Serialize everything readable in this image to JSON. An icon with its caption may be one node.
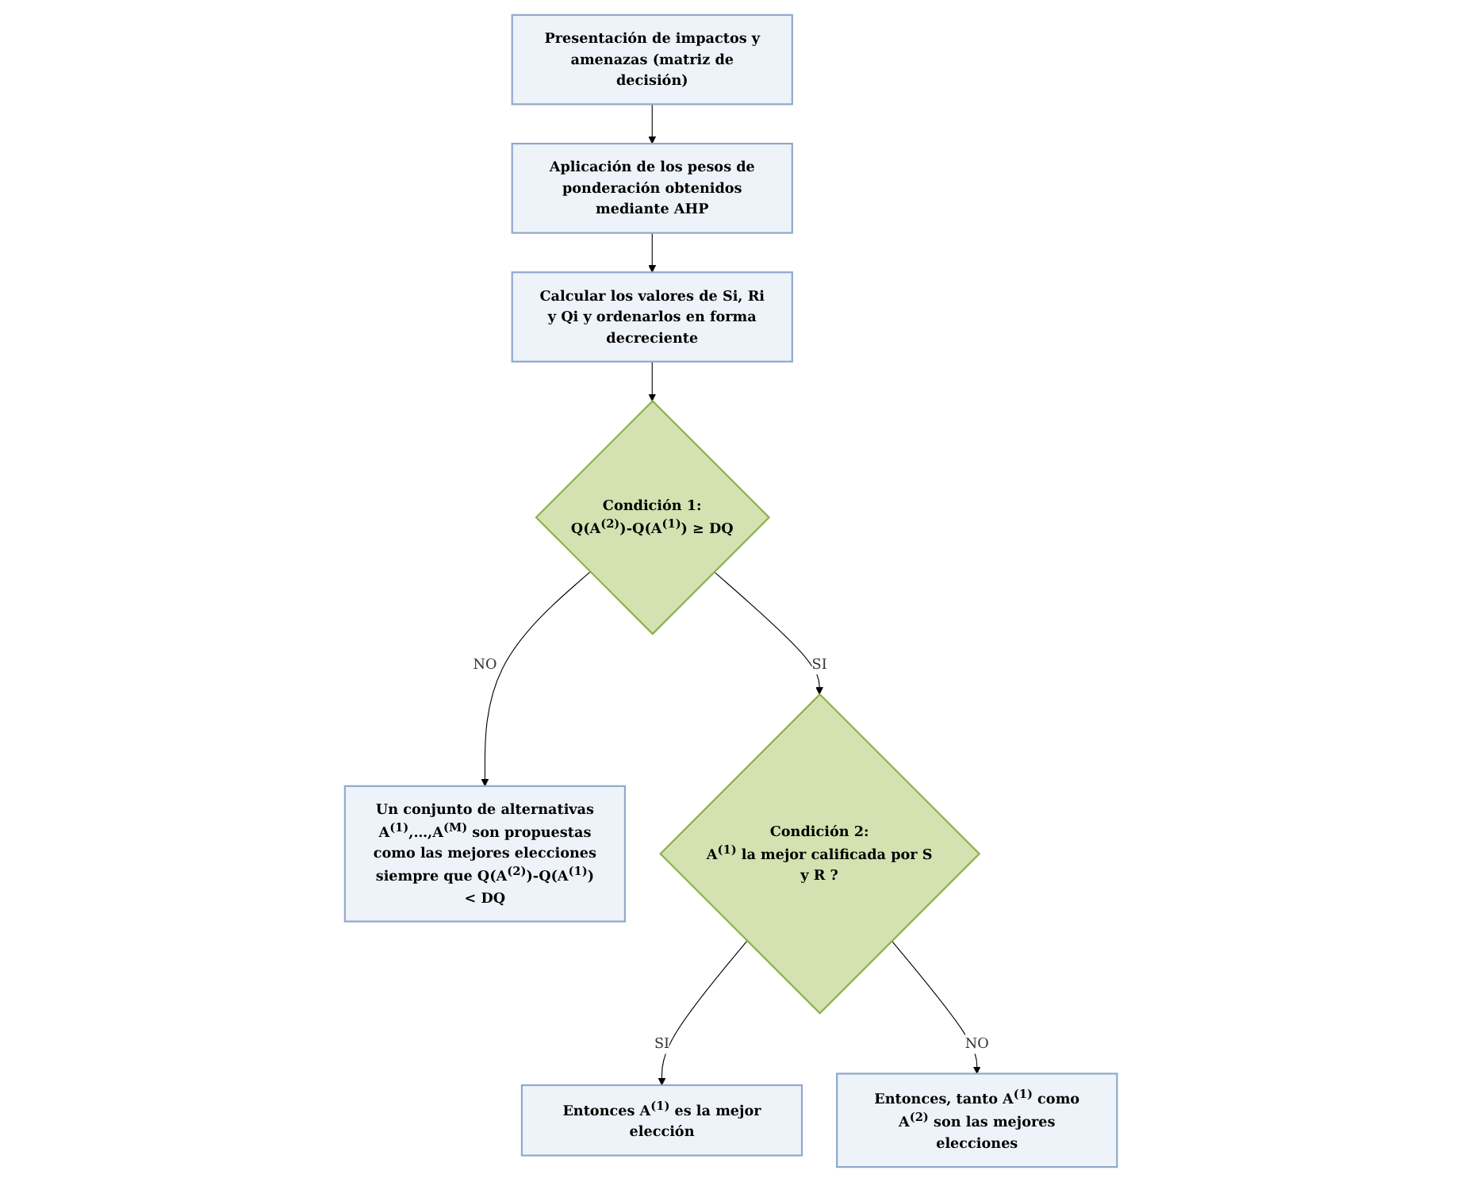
{
  "diagram": {
    "nodes": [
      {
        "text": [
          "Presentación de impactos y amenazas (matriz de decisión)"
        ]
      },
      {
        "text": [
          "Aplicación de los pesos de ponderación obtenidos mediante AHP"
        ]
      },
      {
        "text": [
          "Calcular los valores de Si, Ri y Qi y ordenarlos en forma decreciente"
        ]
      },
      {
        "text": [
          "Condición 1:",
          "Q(A$^{(2)}$)-Q(A$^{(1)}$) ≥ DQ"
        ]
      },
      {
        "text": [
          "Un conjunto de alternativas A$^{(1)}$,…,A$^{(M)}$ son propuestas como las mejores elecciones siempre que Q(A$^{(2)}$)-Q(A$^{(1)}$) < DQ"
        ]
      },
      {
        "text": [
          "Condición 2:",
          "A$^{(1)}$ la mejor calificada por S y R ?"
        ]
      },
      {
        "text": [
          "Entonces A$^{(1)}$ es la mejor elección"
        ]
      },
      {
        "text": [
          "Entonces, tanto A$^{(1)}$ como A$^{(2)}$ son las mejores elecciones"
        ]
      }
    ],
    "edges": [
      {
        "from": 0,
        "to": 1,
        "arrow": "to"
      },
      {
        "from": 1,
        "to": 2,
        "arrow": "to"
      },
      {
        "from": 2,
        "to": 3,
        "arrow": "to"
      },
      {
        "from": 3,
        "to": 4,
        "arrow": "to",
        "label": "NO"
      },
      {
        "from": 3,
        "to": 5,
        "arrow": "to",
        "label": "SI"
      },
      {
        "from": 5,
        "to": 6,
        "arrow": "to",
        "label": "SI"
      },
      {
        "from": 5,
        "to": 7,
        "arrow": "to",
        "label": "NO"
      }
    ]
  }
}
